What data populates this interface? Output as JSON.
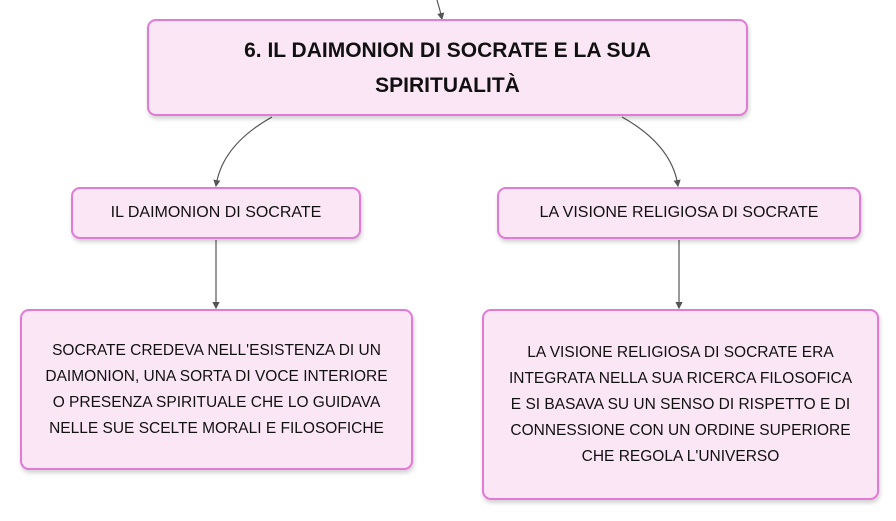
{
  "root": {
    "title_line1": "6. IL DAIMONION DI SOCRATE E LA SUA",
    "title_line2": "SPIRITUALITÀ"
  },
  "branches": [
    {
      "label": "IL DAIMONION DI SOCRATE",
      "detail_lines": [
        "SOCRATE CREDEVA NELL'ESISTENZA DI UN",
        "DAIMONION, UNA SORTA DI VOCE INTERIORE",
        "O PRESENZA SPIRITUALE CHE LO GUIDAVA",
        "NELLE SUE SCELTE MORALI E FILOSOFICHE"
      ]
    },
    {
      "label": "LA VISIONE RELIGIOSA DI SOCRATE",
      "detail_lines": [
        "LA VISIONE RELIGIOSA DI SOCRATE ERA",
        "INTEGRATA NELLA SUA RICERCA FILOSOFICA",
        "E SI BASAVA SU UN SENSO DI RISPETTO E DI",
        "CONNESSIONE CON UN ORDINE SUPERIORE",
        "CHE REGOLA L'UNIVERSO"
      ]
    }
  ],
  "colors": {
    "node_fill": "#fbe6f6",
    "node_border": "#e27ad6",
    "connector": "#555555"
  }
}
